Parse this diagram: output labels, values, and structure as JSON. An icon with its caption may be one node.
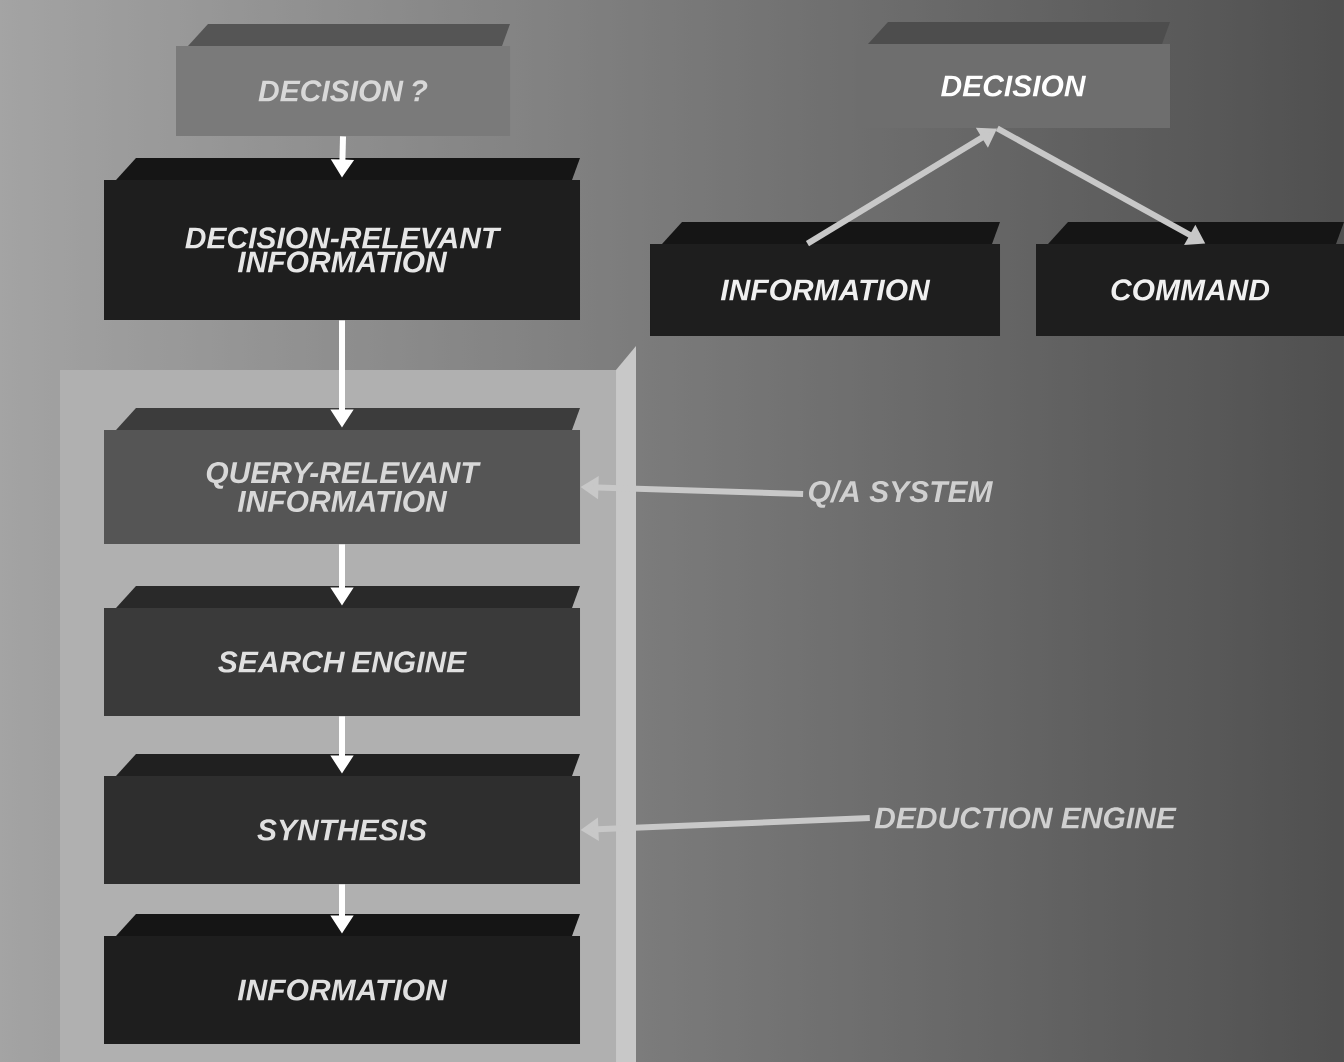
{
  "diagram": {
    "nodes": [
      {
        "text": [
          "DECISION ?"
        ]
      },
      {
        "text": [
          "DECISION-RELEVANT INFORMATION"
        ]
      },
      {
        "text": [],
        "shape": "box"
      },
      {
        "text": [
          "QUERY-RELEVANT INFORMATION"
        ],
        "in": 2
      },
      {
        "text": [
          "SEARCH ENGINE"
        ],
        "in": 2
      },
      {
        "text": [
          "SYNTHESIS"
        ],
        "in": 2
      },
      {
        "text": [
          "INFORMATION"
        ],
        "in": 2
      },
      {
        "text": [
          "DECISION"
        ]
      },
      {
        "text": [
          "INFORMATION"
        ]
      },
      {
        "text": [
          "COMMAND"
        ]
      },
      {
        "text": [
          "Q/A SYSTEM"
        ]
      },
      {
        "text": [
          "DEDUCTION ENGINE"
        ]
      }
    ],
    "edges": [
      {
        "from": 0,
        "to": 1,
        "arrow": "to"
      },
      {
        "from": 1,
        "to": 3,
        "arrow": "to"
      },
      {
        "from": 3,
        "to": 4,
        "arrow": "to"
      },
      {
        "from": 4,
        "to": 5,
        "arrow": "to"
      },
      {
        "from": 5,
        "to": 6,
        "arrow": "to"
      },
      {
        "from": 8,
        "to": 7,
        "arrow": "to",
        "color": "#c8c8c8"
      },
      {
        "from": 7,
        "to": 9,
        "arrow": "to",
        "color": "#c8c8c8"
      },
      {
        "from": 10,
        "to": 3,
        "arrow": "to",
        "color": "#c8c8c8"
      },
      {
        "from": 11,
        "to": 5,
        "arrow": "to",
        "color": "#c8c8c8"
      }
    ]
  }
}
